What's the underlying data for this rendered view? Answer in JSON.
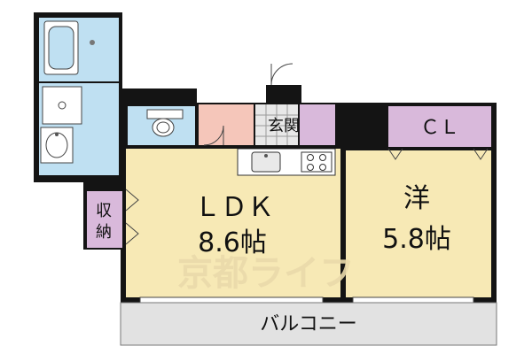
{
  "rooms": {
    "ldk": {
      "name": "ＬＤＫ",
      "size": "8.6帖"
    },
    "western": {
      "name": "洋",
      "size": "5.8帖"
    },
    "closet": {
      "name": "ＣＬ"
    },
    "entrance": {
      "name": "玄関"
    },
    "storage": {
      "name": "収納"
    },
    "balcony": {
      "name": "バルコニー"
    }
  },
  "watermark": {
    "text": "京都ライフ"
  },
  "colors": {
    "living_floor": "#F7E9B5",
    "wet_area": "#BFE0F2",
    "entrance_floor": "#F5C6BA",
    "closet_storage": "#D9B9DB",
    "balcony": "#E2E2E2",
    "wall": "#141414"
  }
}
